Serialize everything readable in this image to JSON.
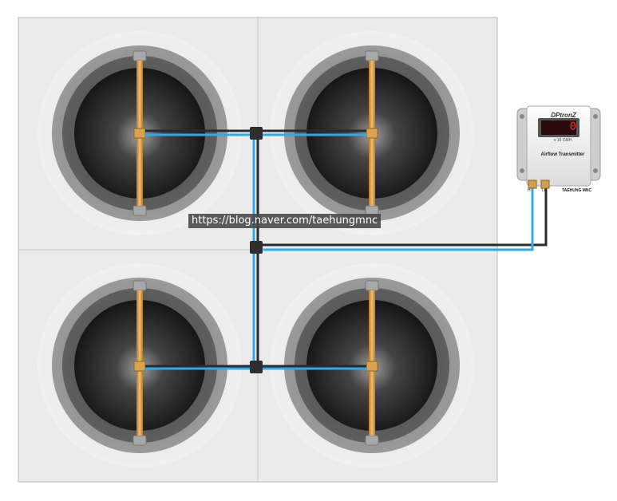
{
  "watermark": "https://blog.naver.com/taehungmnc",
  "transmitter": {
    "brand": "DPtronZ",
    "display_value": "0",
    "unit": "x 10 CMH",
    "title": "Airflow Transmitter",
    "port_high": "H",
    "port_low": "Lo",
    "maker": "TAEHUNG MNC"
  },
  "colors": {
    "tube_blue": "#32a8e8",
    "tube_dark": "#2a2a2a",
    "probe": "#e0a850",
    "display_digit": "#ff2a2a"
  }
}
